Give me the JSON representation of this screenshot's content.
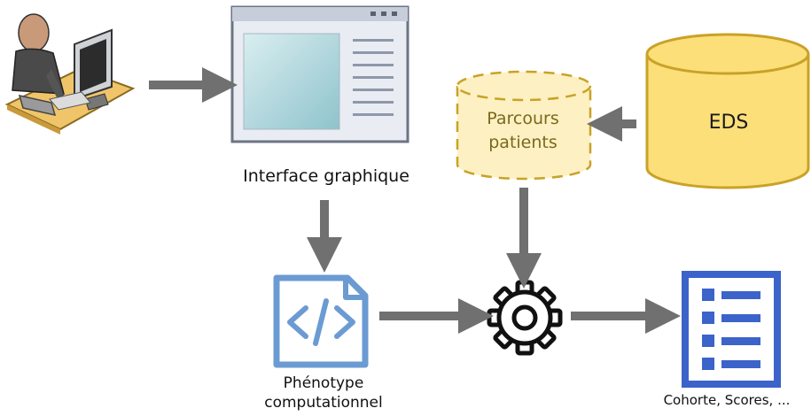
{
  "nodes": {
    "user": {
      "icon": "user-computer-icon"
    },
    "gui": {
      "icon": "app-window-icon",
      "label": "Interface graphique"
    },
    "phenotype": {
      "icon": "code-file-icon",
      "line1": "Phénotype",
      "line2": "computationnel"
    },
    "parcours": {
      "icon": "dashed-database-icon",
      "line1": "Parcours",
      "line2": "patients"
    },
    "eds": {
      "icon": "database-icon",
      "label": "EDS"
    },
    "engine": {
      "icon": "gear-icon"
    },
    "output": {
      "icon": "list-document-icon",
      "label": "Cohorte, Scores, ..."
    }
  },
  "colors": {
    "arrow": "#707070",
    "db_fill": "#fddf7a",
    "db_stroke": "#c9a227",
    "db_dashed_fill": "#fdf0c2",
    "code_file": "#6b9bd2",
    "list_doc": "#3b63c9"
  }
}
